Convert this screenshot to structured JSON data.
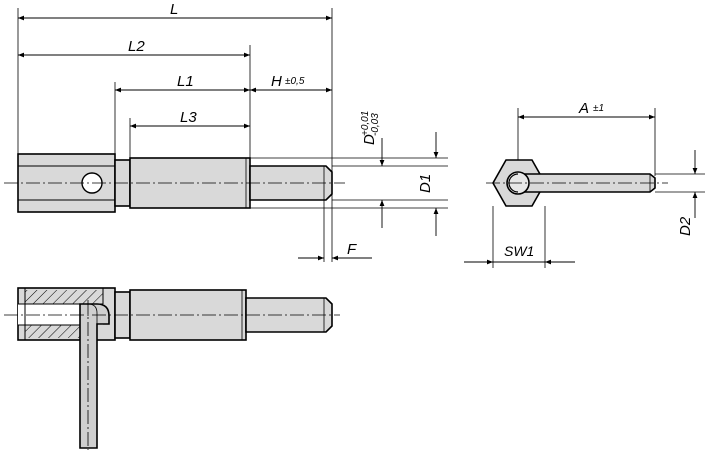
{
  "labels": {
    "L": "L",
    "L2": "L2",
    "L1": "L1",
    "L3": "L3",
    "H": "H",
    "H_tol": "±0,5",
    "D": "D",
    "D_tol_upper": "+0,01",
    "D_tol_lower": "-0,03",
    "D1": "D1",
    "F": "F",
    "A": "A",
    "A_tol": "±1",
    "SW1": "SW1",
    "D2": "D2"
  }
}
